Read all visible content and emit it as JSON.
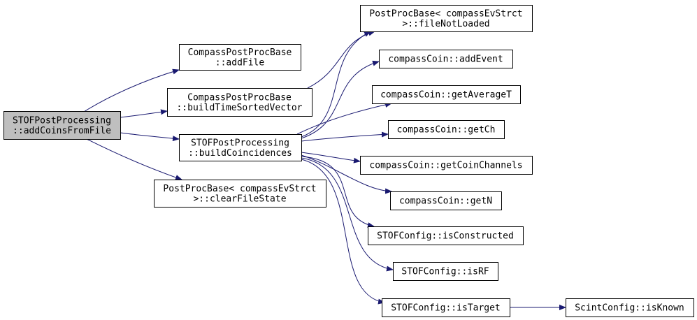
{
  "colors": {
    "edge": "#191970",
    "node_border": "#000000",
    "node_fill": "#ffffff",
    "root_fill": "#bfbfbf"
  },
  "nodes": [
    {
      "id": "root",
      "lines": [
        "STOFPostProcessing",
        "::addCoinsFromFile"
      ],
      "root": true
    },
    {
      "id": "addFile",
      "lines": [
        "CompassPostProcBase",
        "::addFile"
      ]
    },
    {
      "id": "buildTimeSortedVector",
      "lines": [
        "CompassPostProcBase",
        "::buildTimeSortedVector"
      ]
    },
    {
      "id": "buildCoincidences",
      "lines": [
        "STOFPostProcessing",
        "::buildCoincidences"
      ]
    },
    {
      "id": "clearFileState",
      "lines": [
        "PostProcBase< compassEvStrct",
        ">::clearFileState"
      ]
    },
    {
      "id": "fileNotLoaded",
      "lines": [
        "PostProcBase< compassEvStrct",
        ">::fileNotLoaded"
      ]
    },
    {
      "id": "addEvent",
      "lines": [
        "compassCoin::addEvent"
      ]
    },
    {
      "id": "getAverageT",
      "lines": [
        "compassCoin::getAverageT"
      ]
    },
    {
      "id": "getCh",
      "lines": [
        "compassCoin::getCh"
      ]
    },
    {
      "id": "getCoinChannels",
      "lines": [
        "compassCoin::getCoinChannels"
      ]
    },
    {
      "id": "getN",
      "lines": [
        "compassCoin::getN"
      ]
    },
    {
      "id": "isConstructed",
      "lines": [
        "STOFConfig::isConstructed"
      ]
    },
    {
      "id": "isRF",
      "lines": [
        "STOFConfig::isRF"
      ]
    },
    {
      "id": "isTarget",
      "lines": [
        "STOFConfig::isTarget"
      ]
    },
    {
      "id": "isKnown",
      "lines": [
        "ScintConfig::isKnown"
      ]
    }
  ],
  "edges": [
    [
      "root",
      "addFile"
    ],
    [
      "root",
      "buildTimeSortedVector"
    ],
    [
      "root",
      "buildCoincidences"
    ],
    [
      "root",
      "clearFileState"
    ],
    [
      "buildTimeSortedVector",
      "fileNotLoaded"
    ],
    [
      "buildCoincidences",
      "fileNotLoaded"
    ],
    [
      "buildCoincidences",
      "addEvent"
    ],
    [
      "buildCoincidences",
      "getAverageT"
    ],
    [
      "buildCoincidences",
      "getCh"
    ],
    [
      "buildCoincidences",
      "getCoinChannels"
    ],
    [
      "buildCoincidences",
      "getN"
    ],
    [
      "buildCoincidences",
      "isConstructed"
    ],
    [
      "buildCoincidences",
      "isRF"
    ],
    [
      "buildCoincidences",
      "isTarget"
    ],
    [
      "isTarget",
      "isKnown"
    ]
  ]
}
